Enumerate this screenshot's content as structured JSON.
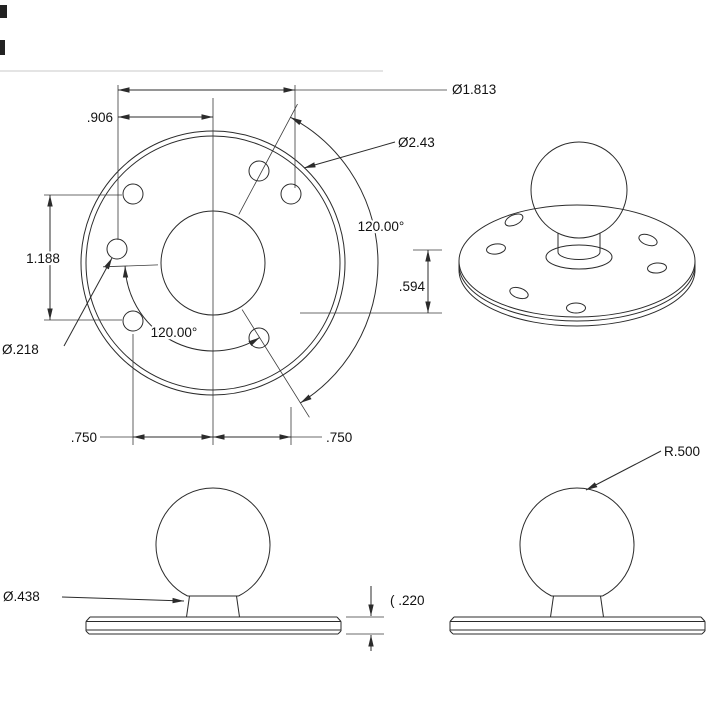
{
  "colors": {
    "background": "#ffffff",
    "line": "#2b2b2b",
    "text": "#111111"
  },
  "dims": {
    "bolt_circle_dia": "Ø1.813",
    "hole_offset_x": ".906",
    "plate_dia": "Ø2.43",
    "angle_right": "120.00°",
    "hole_span_vert": "1.188",
    "hole_offset_vert": ".594",
    "hole_dia": "Ø.218",
    "angle_bottom": "120.00°",
    "hole_offset_left": ".750",
    "hole_offset_right": ".750",
    "neck_dia": "Ø.438",
    "plate_thickness": "( .220",
    "ball_radius": "R.500"
  }
}
